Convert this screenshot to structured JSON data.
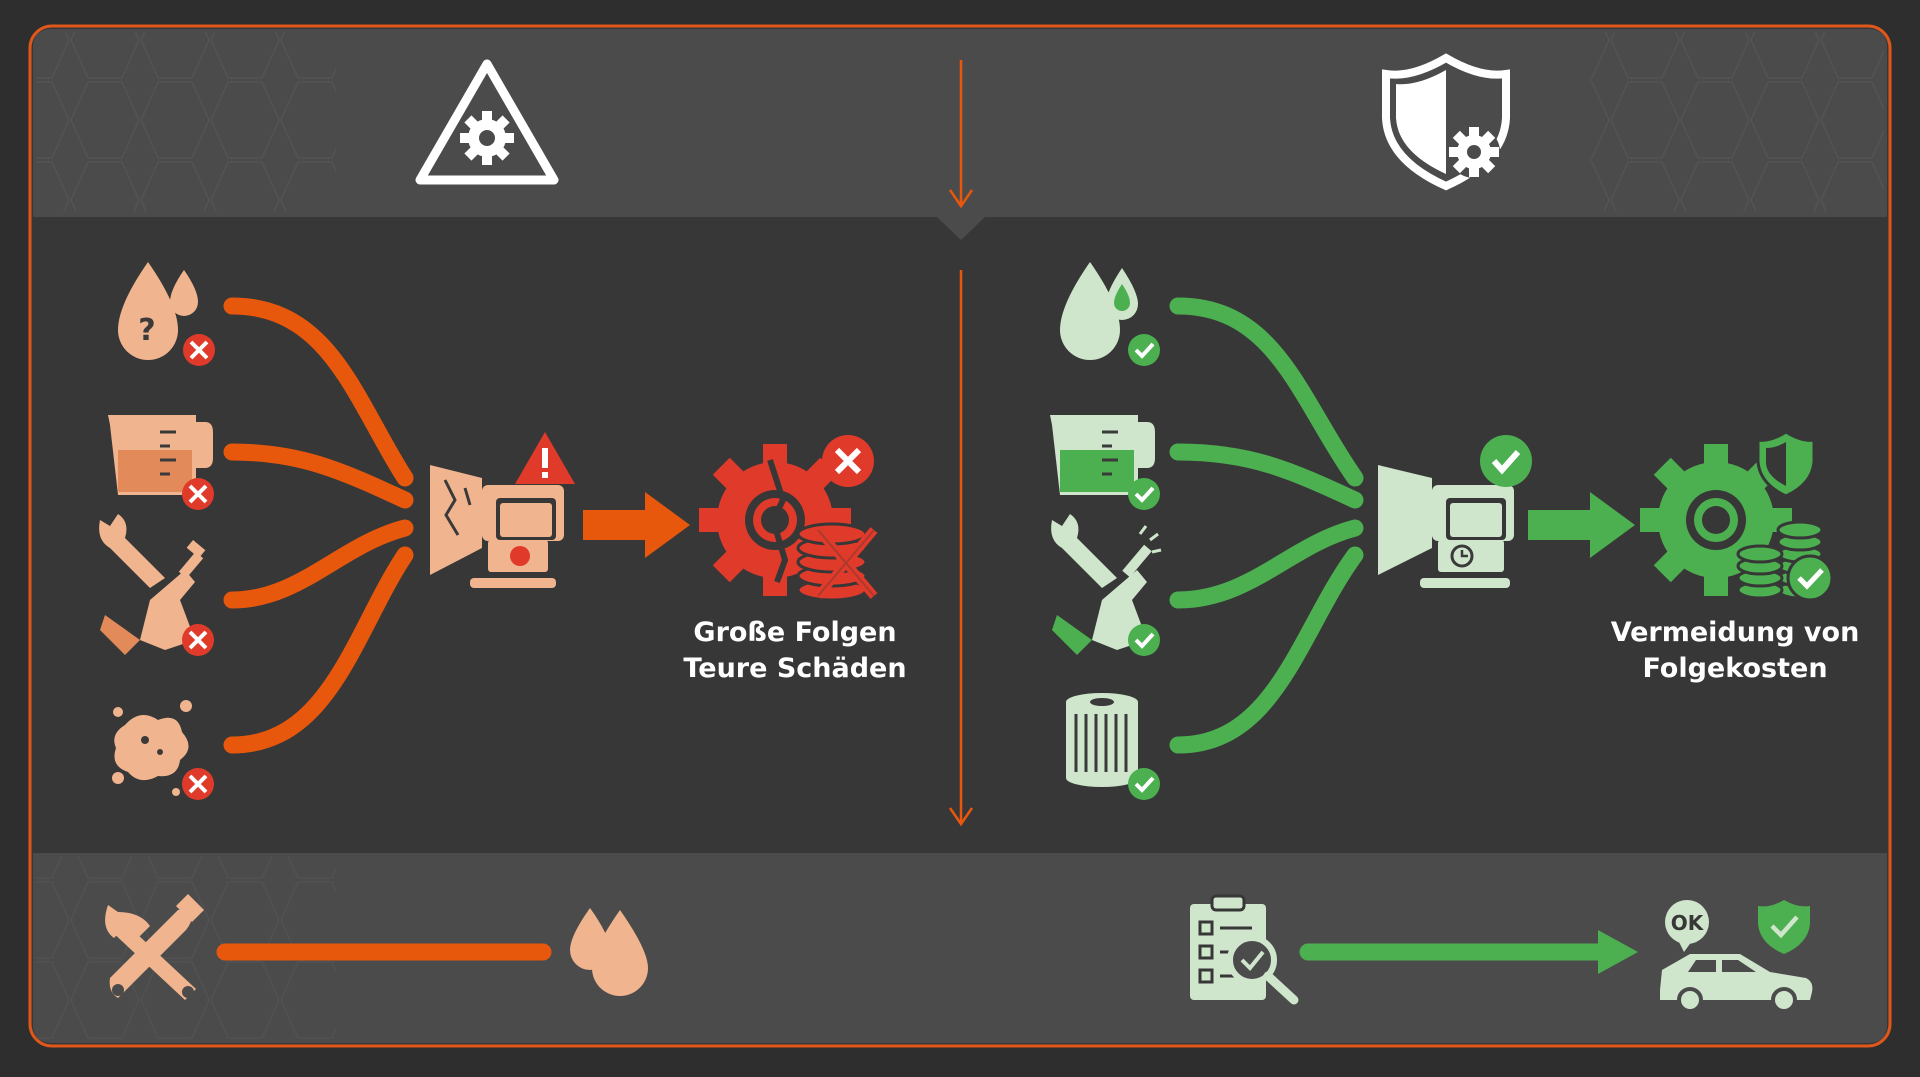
{
  "left_panel": {
    "header_icon": "warning-gear-icon",
    "inputs": [
      {
        "icon": "oil-drops-question-icon",
        "status": "error"
      },
      {
        "icon": "measuring-cup-icon",
        "status": "error"
      },
      {
        "icon": "wrench-hand-icon",
        "status": "error"
      },
      {
        "icon": "dirt-particles-icon",
        "status": "error"
      }
    ],
    "component_icon": "cracked-engine-icon",
    "result_icon": "broken-gear-coins-icon",
    "result_line1": "Große Folgen",
    "result_line2": "Teure Schäden"
  },
  "right_panel": {
    "header_icon": "shield-gear-icon",
    "inputs": [
      {
        "icon": "oil-drops-icon",
        "status": "ok"
      },
      {
        "icon": "measuring-cup-icon",
        "status": "ok"
      },
      {
        "icon": "wrench-hand-icon",
        "status": "ok"
      },
      {
        "icon": "oil-filter-icon",
        "status": "ok"
      }
    ],
    "component_icon": "engine-ok-icon",
    "result_icon": "gear-coins-shield-icon",
    "result_line1": "Vermeidung von",
    "result_line2": "Folgekosten"
  },
  "timeline": {
    "steps": [
      {
        "icon": "tools-icon"
      },
      {
        "icon": "oil-drops-icon"
      },
      {
        "icon": "checklist-magnifier-icon"
      },
      {
        "icon": "car-ok-shield-icon"
      }
    ],
    "ok_bubble_text": "OK"
  },
  "colors": {
    "background": "#2e2e2e",
    "band": "#4b4b4b",
    "panel": "#373737",
    "frame": "#e0571a",
    "orange": "#e8580c",
    "red": "#e03a2a",
    "peach": "#f0b58f",
    "green": "#4caf50",
    "pale_green": "#cfe6cc",
    "white": "#ffffff"
  }
}
